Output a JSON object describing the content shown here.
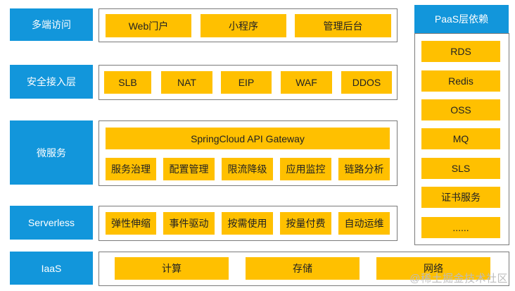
{
  "layers": {
    "access": {
      "label": "多端访问",
      "items": [
        "Web门户",
        "小程序",
        "管理后台"
      ]
    },
    "security": {
      "label": "安全接入层",
      "items": [
        "SLB",
        "NAT",
        "EIP",
        "WAF",
        "DDOS"
      ]
    },
    "micro": {
      "label": "微服务",
      "gateway": "SpringCloud API Gateway",
      "items": [
        "服务治理",
        "配置管理",
        "限流降级",
        "应用监控",
        "链路分析"
      ]
    },
    "serverless": {
      "label": "Serverless",
      "items": [
        "弹性伸缩",
        "事件驱动",
        "按需使用",
        "按量付费",
        "自动运维"
      ]
    },
    "iaas": {
      "label": "IaaS",
      "items": [
        "计算",
        "存储",
        "网络"
      ]
    }
  },
  "paas": {
    "label": "PaaS层依赖",
    "items": [
      "RDS",
      "Redis",
      "OSS",
      "MQ",
      "SLS",
      "证书服务",
      "......"
    ]
  },
  "watermark": "@稀土掘金技术社区",
  "colors": {
    "label_bg": "#1296db",
    "box_bg": "#ffc000",
    "frame": "#7a7a7a"
  }
}
